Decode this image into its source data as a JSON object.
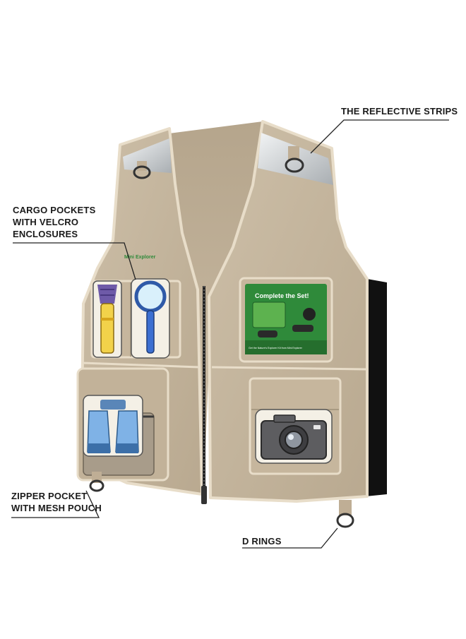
{
  "callouts": {
    "reflective_strips": "THE REFLECTIVE STRIPS",
    "cargo_pockets": " CARGO POCKETS\nWITH VELCRO\nENCLOSURES",
    "zipper_pocket": "ZIPPER POCKET\nWITH MESH POUCH",
    "d_rings": "D RINGS"
  },
  "vest": {
    "brand_logo": "Mini Explorer",
    "insert_card": {
      "headline": "Complete the Set!",
      "caption": "Get the Nature's Explorer Kit from Mini Explorer"
    },
    "patches": [
      "flashlight-icon",
      "magnifying-glass-icon",
      "binoculars-icon",
      "camera-icon"
    ]
  },
  "colors": {
    "vest_fabric": "#c8b9a2",
    "vest_trim": "#e8ddc9",
    "reflective": "#cfd2d4",
    "insert_green": "#2f8a3a",
    "side_panel": "#111111"
  }
}
